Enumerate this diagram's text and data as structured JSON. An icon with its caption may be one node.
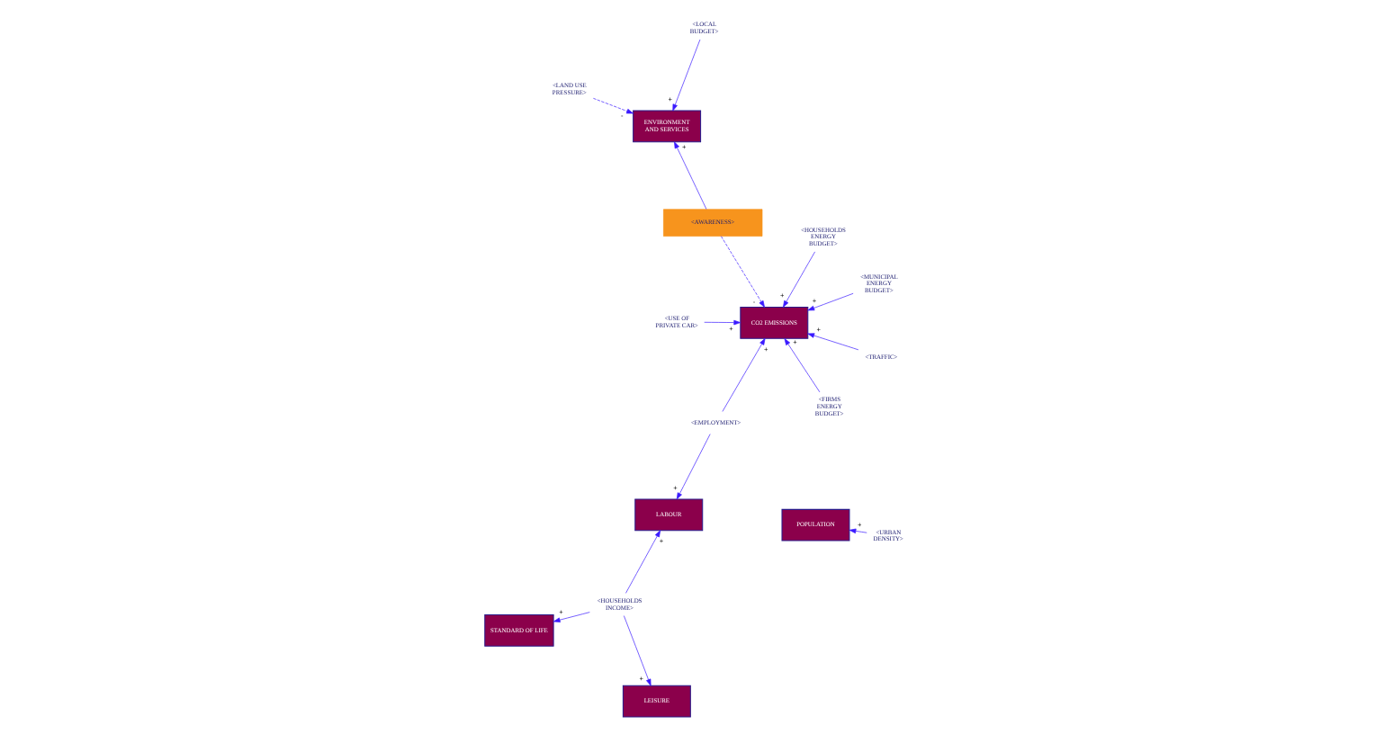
{
  "diagram": {
    "nodes": [
      {
        "text": [
          "STANDARD OF LIFE"
        ]
      },
      {
        "text": [
          "LEISURE"
        ]
      },
      {
        "text": [
          "POPULATION"
        ]
      },
      {
        "text": [
          "LABOUR"
        ]
      },
      {
        "text": [
          "ENVIRONMENT AND SERVICES"
        ]
      },
      {
        "text": [
          "CO2 EMISSIONS"
        ]
      },
      {
        "text": [
          "<AWARENESS>"
        ]
      },
      {
        "text": [
          "<HOUSEHOLDS INCOME>"
        ]
      },
      {
        "text": [
          "<URBAN DENSITY>"
        ]
      },
      {
        "text": [
          "<LOCAL BUDGET>"
        ]
      },
      {
        "text": [
          "<LAND USE PRESSURE>"
        ]
      },
      {
        "text": [
          "<EMPLOYMENT>"
        ]
      },
      {
        "text": [
          "<FIRMS ENERGY BUDGET>"
        ]
      },
      {
        "text": [
          "<USE OF PRIVATE CAR>"
        ]
      },
      {
        "text": [
          "<TRAFFIC>"
        ]
      },
      {
        "text": [
          "<MUNICIPAL ENERGY BUDGET>"
        ]
      },
      {
        "text": [
          "<HOUSEHOLDS ENERGY BUDGET>"
        ]
      }
    ],
    "edges": [
      {
        "from": 7,
        "to": 0,
        "arrow": "to",
        "label": "+"
      },
      {
        "from": 7,
        "to": 1,
        "arrow": "to",
        "label": "+"
      },
      {
        "from": 7,
        "to": 3,
        "arrow": "to",
        "label": "+"
      },
      {
        "from": 8,
        "to": 2,
        "arrow": "to",
        "label": "+"
      },
      {
        "from": 11,
        "to": 3,
        "arrow": "to",
        "label": "+"
      },
      {
        "from": 9,
        "to": 4,
        "arrow": "to",
        "label": "+"
      },
      {
        "from": 10,
        "to": 4,
        "arrow": "to",
        "label": "-",
        "style": "dashed"
      },
      {
        "from": 6,
        "to": 4,
        "arrow": "to",
        "label": "+"
      },
      {
        "from": 12,
        "to": 5,
        "arrow": "to",
        "label": "+"
      },
      {
        "from": 13,
        "to": 5,
        "arrow": "to",
        "label": "+"
      },
      {
        "from": 14,
        "to": 5,
        "arrow": "to",
        "label": "+"
      },
      {
        "from": 15,
        "to": 5,
        "arrow": "to",
        "label": "+"
      },
      {
        "from": 11,
        "to": 5,
        "arrow": "to",
        "label": "+"
      },
      {
        "from": 6,
        "to": 5,
        "arrow": "to",
        "label": "-",
        "style": "dashed"
      },
      {
        "from": 16,
        "to": 5,
        "arrow": "to",
        "label": "+"
      }
    ]
  }
}
